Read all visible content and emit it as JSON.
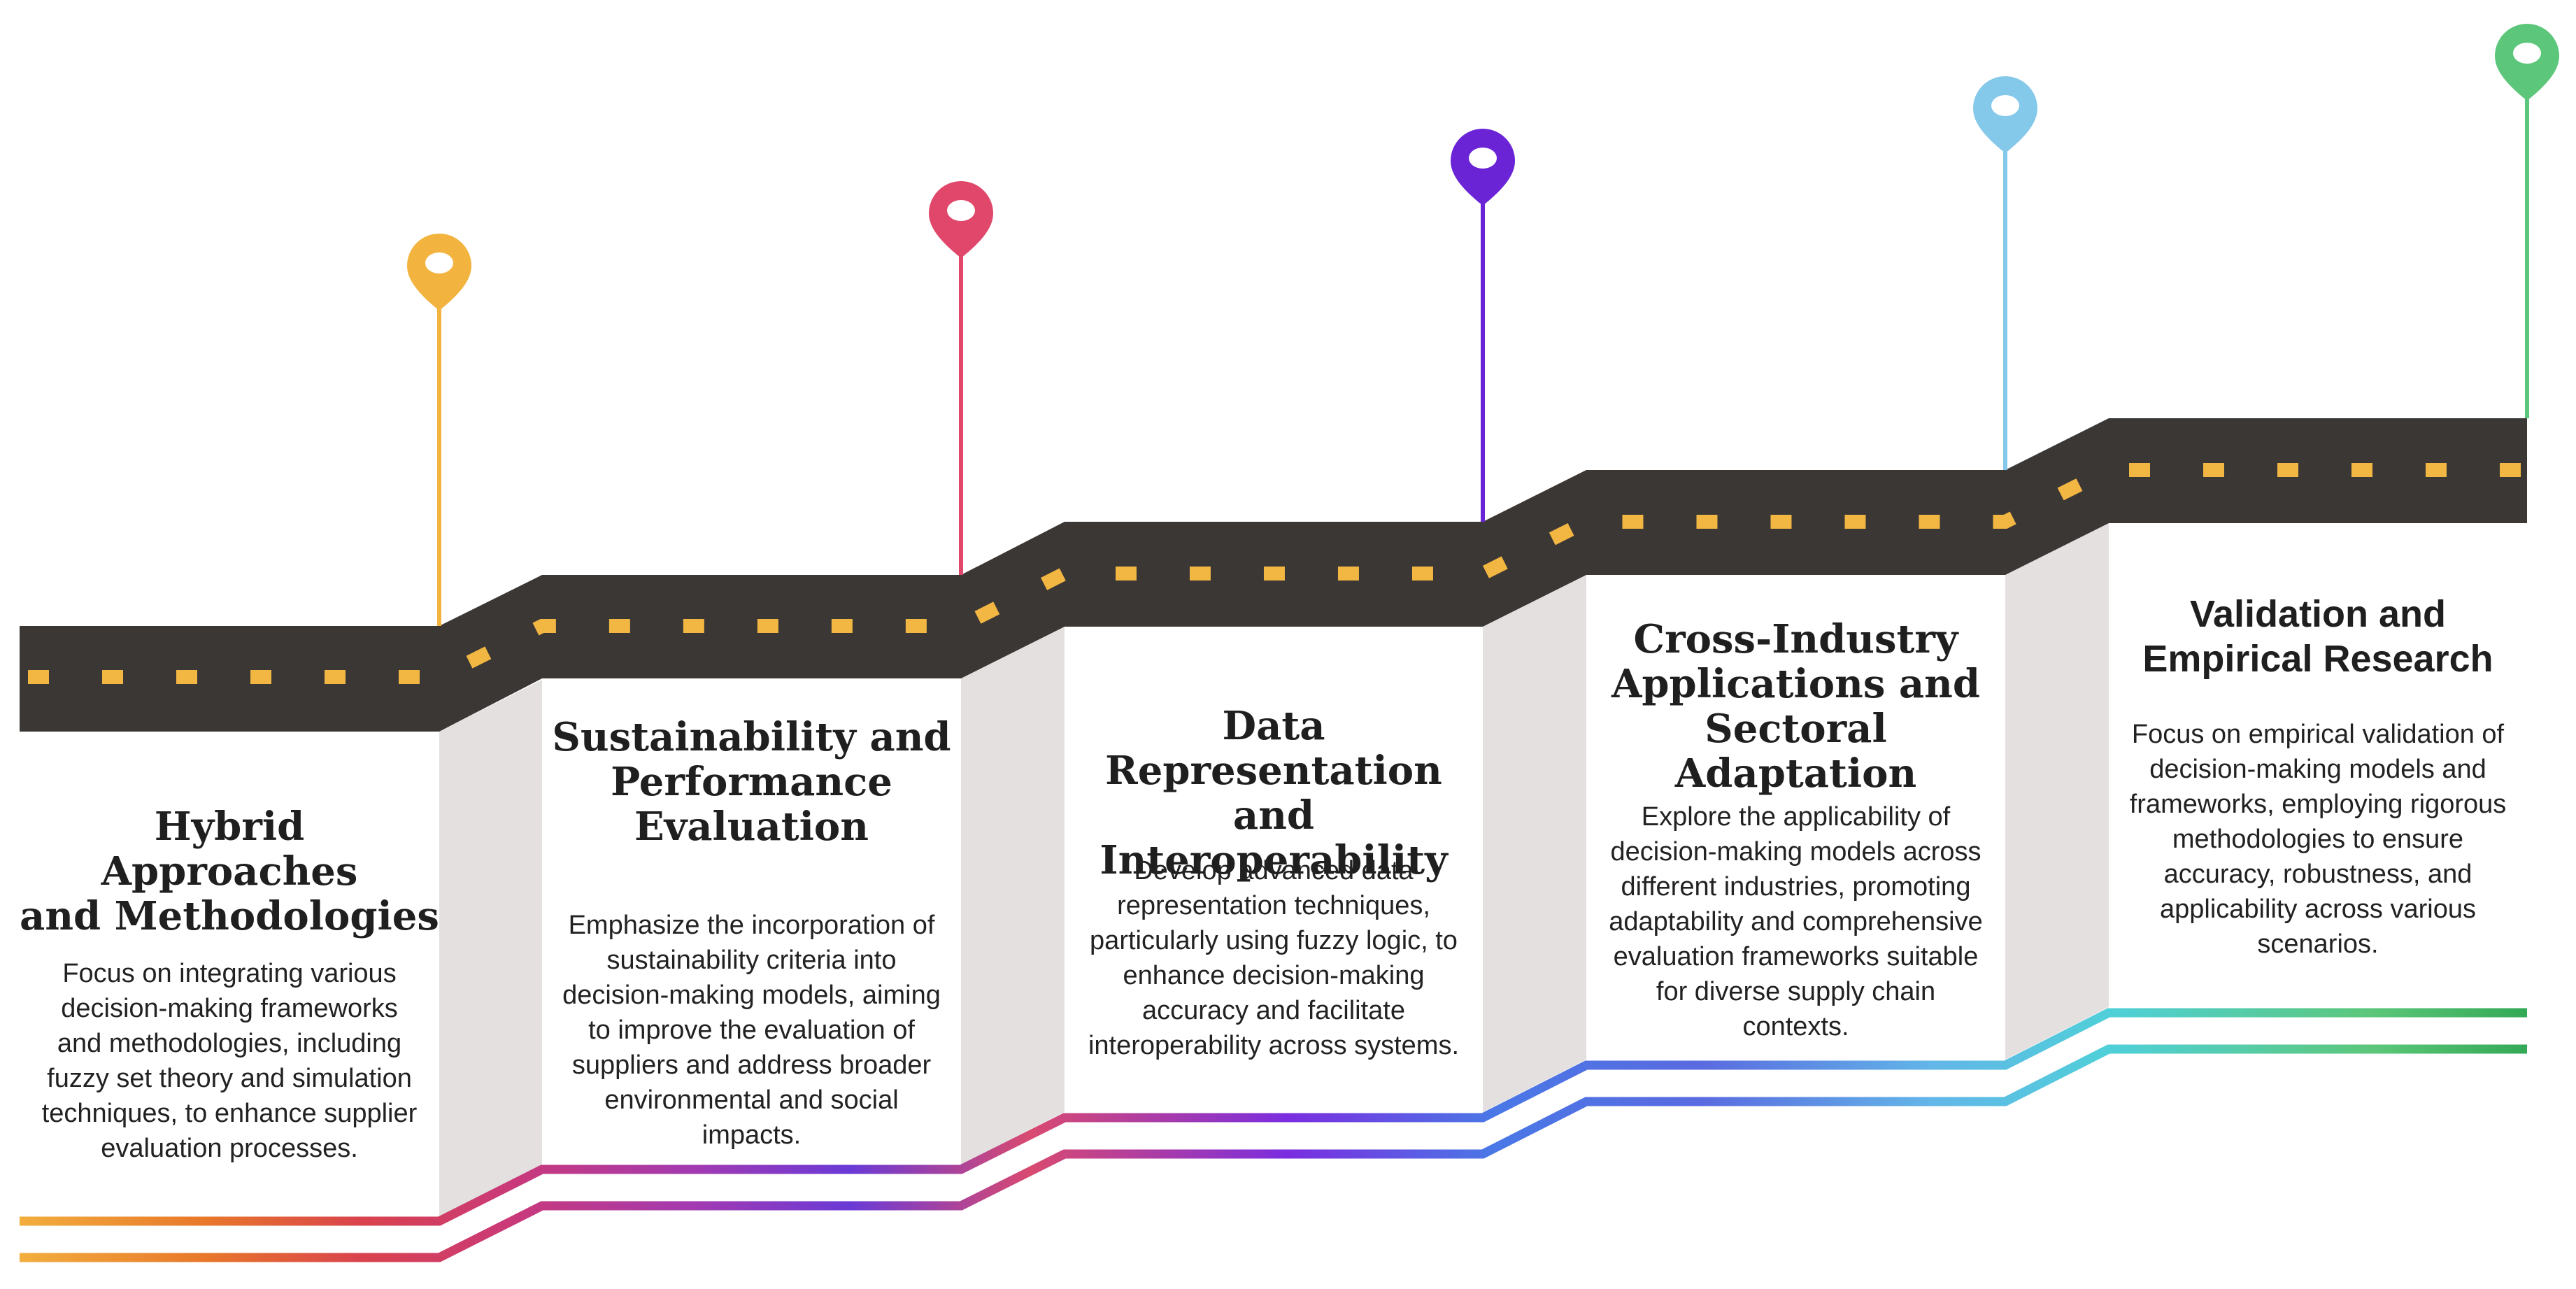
{
  "colors": {
    "road": "#3a3735",
    "road_dash": "#f2b642",
    "panel": "#ffffff",
    "side_panel": "#e3e0df",
    "pin_orange": "#f3b43f",
    "pin_red": "#e0476b",
    "pin_purple": "#6a24d6",
    "pin_blue": "#84c8ea",
    "pin_green": "#5cc77a"
  },
  "steps": [
    {
      "title": "Hybrid Approaches\nand Methodologies",
      "description": "Focus on integrating various\ndecision-making frameworks\nand methodologies, including\nfuzzy set theory and simulation\ntechniques, to enhance supplier\nevaluation processes.",
      "pin_color": "#f3b43f",
      "pin_icon": "location-pin-icon"
    },
    {
      "title": "Sustainability and\nPerformance\nEvaluation",
      "description": "Emphasize the incorporation of\nsustainability criteria into\ndecision-making models, aiming\nto improve the evaluation of\nsuppliers and address broader\nenvironmental and social\nimpacts.",
      "pin_color": "#e0476b",
      "pin_icon": "location-pin-icon"
    },
    {
      "title": "Data Representation\nand Interoperability",
      "description": "Develop advanced data\nrepresentation techniques,\nparticularly using fuzzy logic, to\nenhance decision-making\naccuracy and facilitate\ninteroperability across systems.",
      "pin_color": "#6a24d6",
      "pin_icon": "location-pin-icon"
    },
    {
      "title": "Cross-Industry\nApplications and\nSectoral Adaptation",
      "description": "Explore the applicability of\ndecision-making models across\ndifferent industries, promoting\nadaptability and comprehensive\nevaluation frameworks suitable\nfor diverse supply chain\ncontexts.",
      "pin_color": "#84c8ea",
      "pin_icon": "location-pin-icon"
    },
    {
      "title": "Validation and\nEmpirical Research",
      "description": "Focus on empirical validation of\ndecision-making models and\nframeworks, employing rigorous\nmethodologies to ensure\naccuracy, robustness, and\napplicability across various\nscenarios.",
      "pin_color": "#5cc77a",
      "pin_icon": "location-pin-icon"
    }
  ]
}
